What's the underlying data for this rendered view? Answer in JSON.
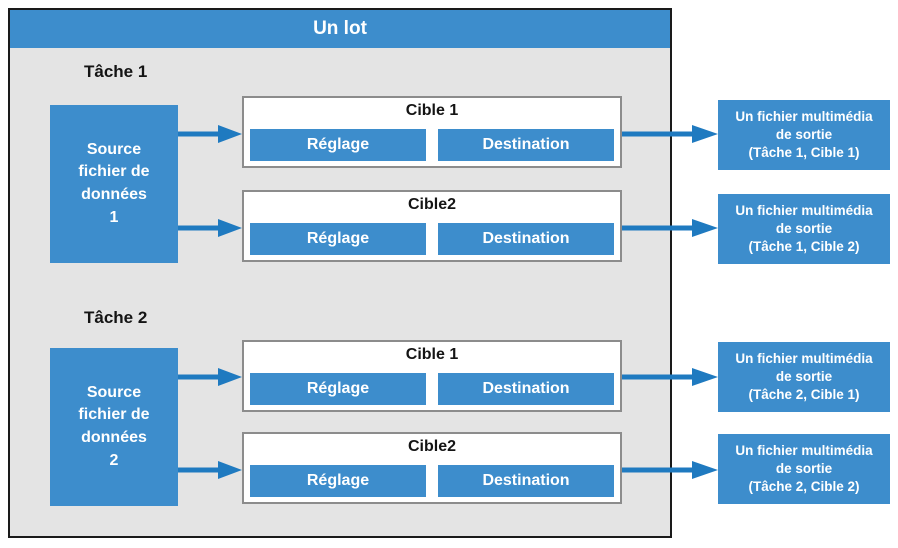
{
  "diagram": {
    "title": "Un lot",
    "colors": {
      "accent_blue": "#3d8dcc",
      "panel_gray": "#e4e4e4",
      "panel_border": "#1a1a1a",
      "box_border": "#8c8c8c",
      "text_light": "#ffffff",
      "text_dark": "#141414"
    },
    "tasks": [
      {
        "label": "Tâche 1",
        "source": {
          "text": "Source\nfichier de\ndonnées\n1"
        },
        "targets": [
          {
            "title": "Cible 1",
            "setting_label": "Réglage",
            "destination_label": "Destination",
            "output": "Un fichier multimédia\nde sortie\n(Tâche 1, Cible 1)"
          },
          {
            "title": "Cible2",
            "setting_label": "Réglage",
            "destination_label": "Destination",
            "output": "Un fichier multimédia\nde sortie\n(Tâche 1, Cible 2)"
          }
        ]
      },
      {
        "label": "Tâche 2",
        "source": {
          "text": "Source\nfichier de\ndonnées\n2"
        },
        "targets": [
          {
            "title": "Cible 1",
            "setting_label": "Réglage",
            "destination_label": "Destination",
            "output": "Un fichier multimédia\nde sortie\n(Tâche 2, Cible 1)"
          },
          {
            "title": "Cible2",
            "setting_label": "Réglage",
            "destination_label": "Destination",
            "output": "Un fichier multimédia\nde sortie\n(Tâche 2, Cible 2)"
          }
        ]
      }
    ]
  }
}
